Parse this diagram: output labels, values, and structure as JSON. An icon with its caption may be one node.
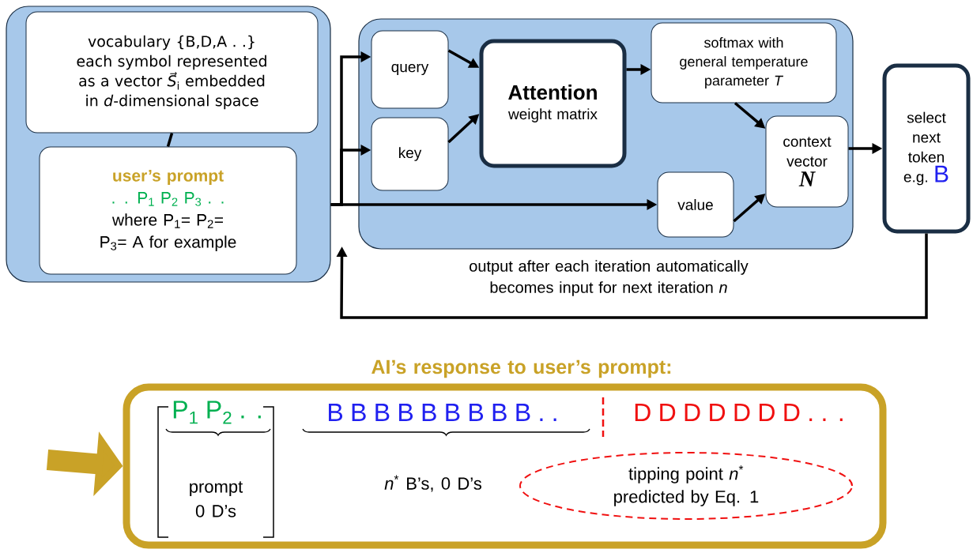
{
  "diagram": {
    "nodes": [
      {
        "text": [],
        "shape": "box"
      },
      {
        "text": [
          "vocabulary {B,D,A . .} each symbol represented as a vector *S⃗*$_{i}$ embedded in *d*-dimensional space"
        ],
        "in": 0
      },
      {
        "text": [
          "user’s prompt",
          ". . P$_{1}$ P$_{2}$ P$_{3}$ . .",
          "where P$_{1}$= P$_{2}$= P$_{3}$= A for example"
        ],
        "in": 0
      },
      {
        "text": [],
        "shape": "box"
      },
      {
        "text": [
          "query"
        ],
        "in": 3
      },
      {
        "text": [
          "key"
        ],
        "in": 3
      },
      {
        "text": [
          "Attention",
          "weight matrix"
        ],
        "in": 3
      },
      {
        "text": [
          "softmax with general temperature parameter *T*"
        ],
        "in": 3
      },
      {
        "text": [
          "context vector",
          "N"
        ],
        "in": 3
      },
      {
        "text": [
          "value"
        ],
        "in": 3
      },
      {
        "text": [
          "select next token",
          "e.g.",
          "B"
        ]
      },
      {
        "text": [
          "AI’s response to user’s prompt:",
          "P$_{1}$ P$_{2}$ . .",
          "B B B B B B B B B . .",
          "D D D D D D D . . .",
          "prompt 0 D’s",
          "*n*$^{*}$ B’s, 0 D’s"
        ]
      },
      {
        "text": [
          "tipping point *n*$^{*}$ predicted by Eq. 1"
        ],
        "in": 11
      }
    ],
    "edges": [
      {
        "from": 1,
        "to": 2,
        "arrow": "none"
      },
      {
        "from": 0,
        "to": 4,
        "arrow": "to"
      },
      {
        "from": 0,
        "to": 5,
        "arrow": "to"
      },
      {
        "from": 0,
        "to": 9,
        "arrow": "to"
      },
      {
        "from": 4,
        "to": 6,
        "arrow": "to"
      },
      {
        "from": 5,
        "to": 6,
        "arrow": "to"
      },
      {
        "from": 6,
        "to": 7,
        "arrow": "to"
      },
      {
        "from": 7,
        "to": 8,
        "arrow": "to"
      },
      {
        "from": 9,
        "to": 8,
        "arrow": "to"
      },
      {
        "from": 8,
        "to": 10,
        "arrow": "to"
      },
      {
        "from": 10,
        "to": 0,
        "arrow": "to",
        "label": "output after each iteration automatically becomes input for next iteration *n*"
      },
      {
        "from": null,
        "to": 11,
        "arrow": "to",
        "style": "thick",
        "color": "#c9a227"
      }
    ]
  }
}
